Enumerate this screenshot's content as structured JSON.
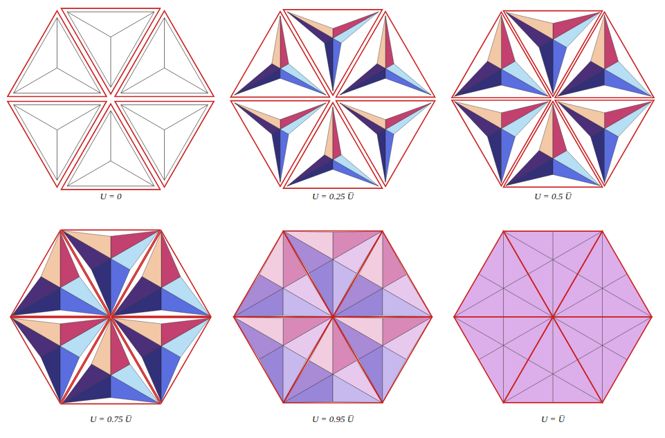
{
  "diagram": {
    "labels": [
      "U = 0",
      "U = 0.25 U̅",
      "U = 0.5 U̅",
      "U = 0.75 U̅",
      "U = 0.95 U̅",
      "U = U̅"
    ]
  }
}
